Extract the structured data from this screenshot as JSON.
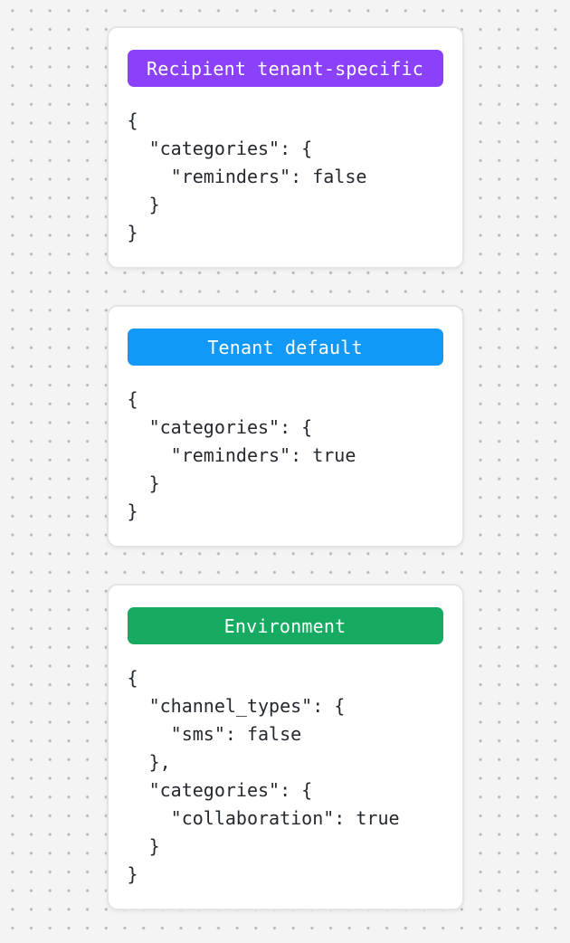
{
  "canvas": {
    "background_color": "#f4f4f5",
    "dot_color": "#b5b5b5"
  },
  "cards": [
    {
      "badge": {
        "label": "Recipient tenant-specific",
        "color": "#8b40fa",
        "text_color": "#ffffff"
      },
      "code": "{\n  \"categories\": {\n    \"reminders\": false\n  }\n}"
    },
    {
      "badge": {
        "label": "Tenant default",
        "color": "#1299f8",
        "text_color": "#ffffff"
      },
      "code": "{\n  \"categories\": {\n    \"reminders\": true\n  }\n}"
    },
    {
      "badge": {
        "label": "Environment",
        "color": "#17ab61",
        "text_color": "#ffffff"
      },
      "code": "{\n  \"channel_types\": {\n    \"sms\": false\n  },\n  \"categories\": {\n    \"collaboration\": true\n  }\n}"
    }
  ],
  "code_text_color": "#24292f"
}
